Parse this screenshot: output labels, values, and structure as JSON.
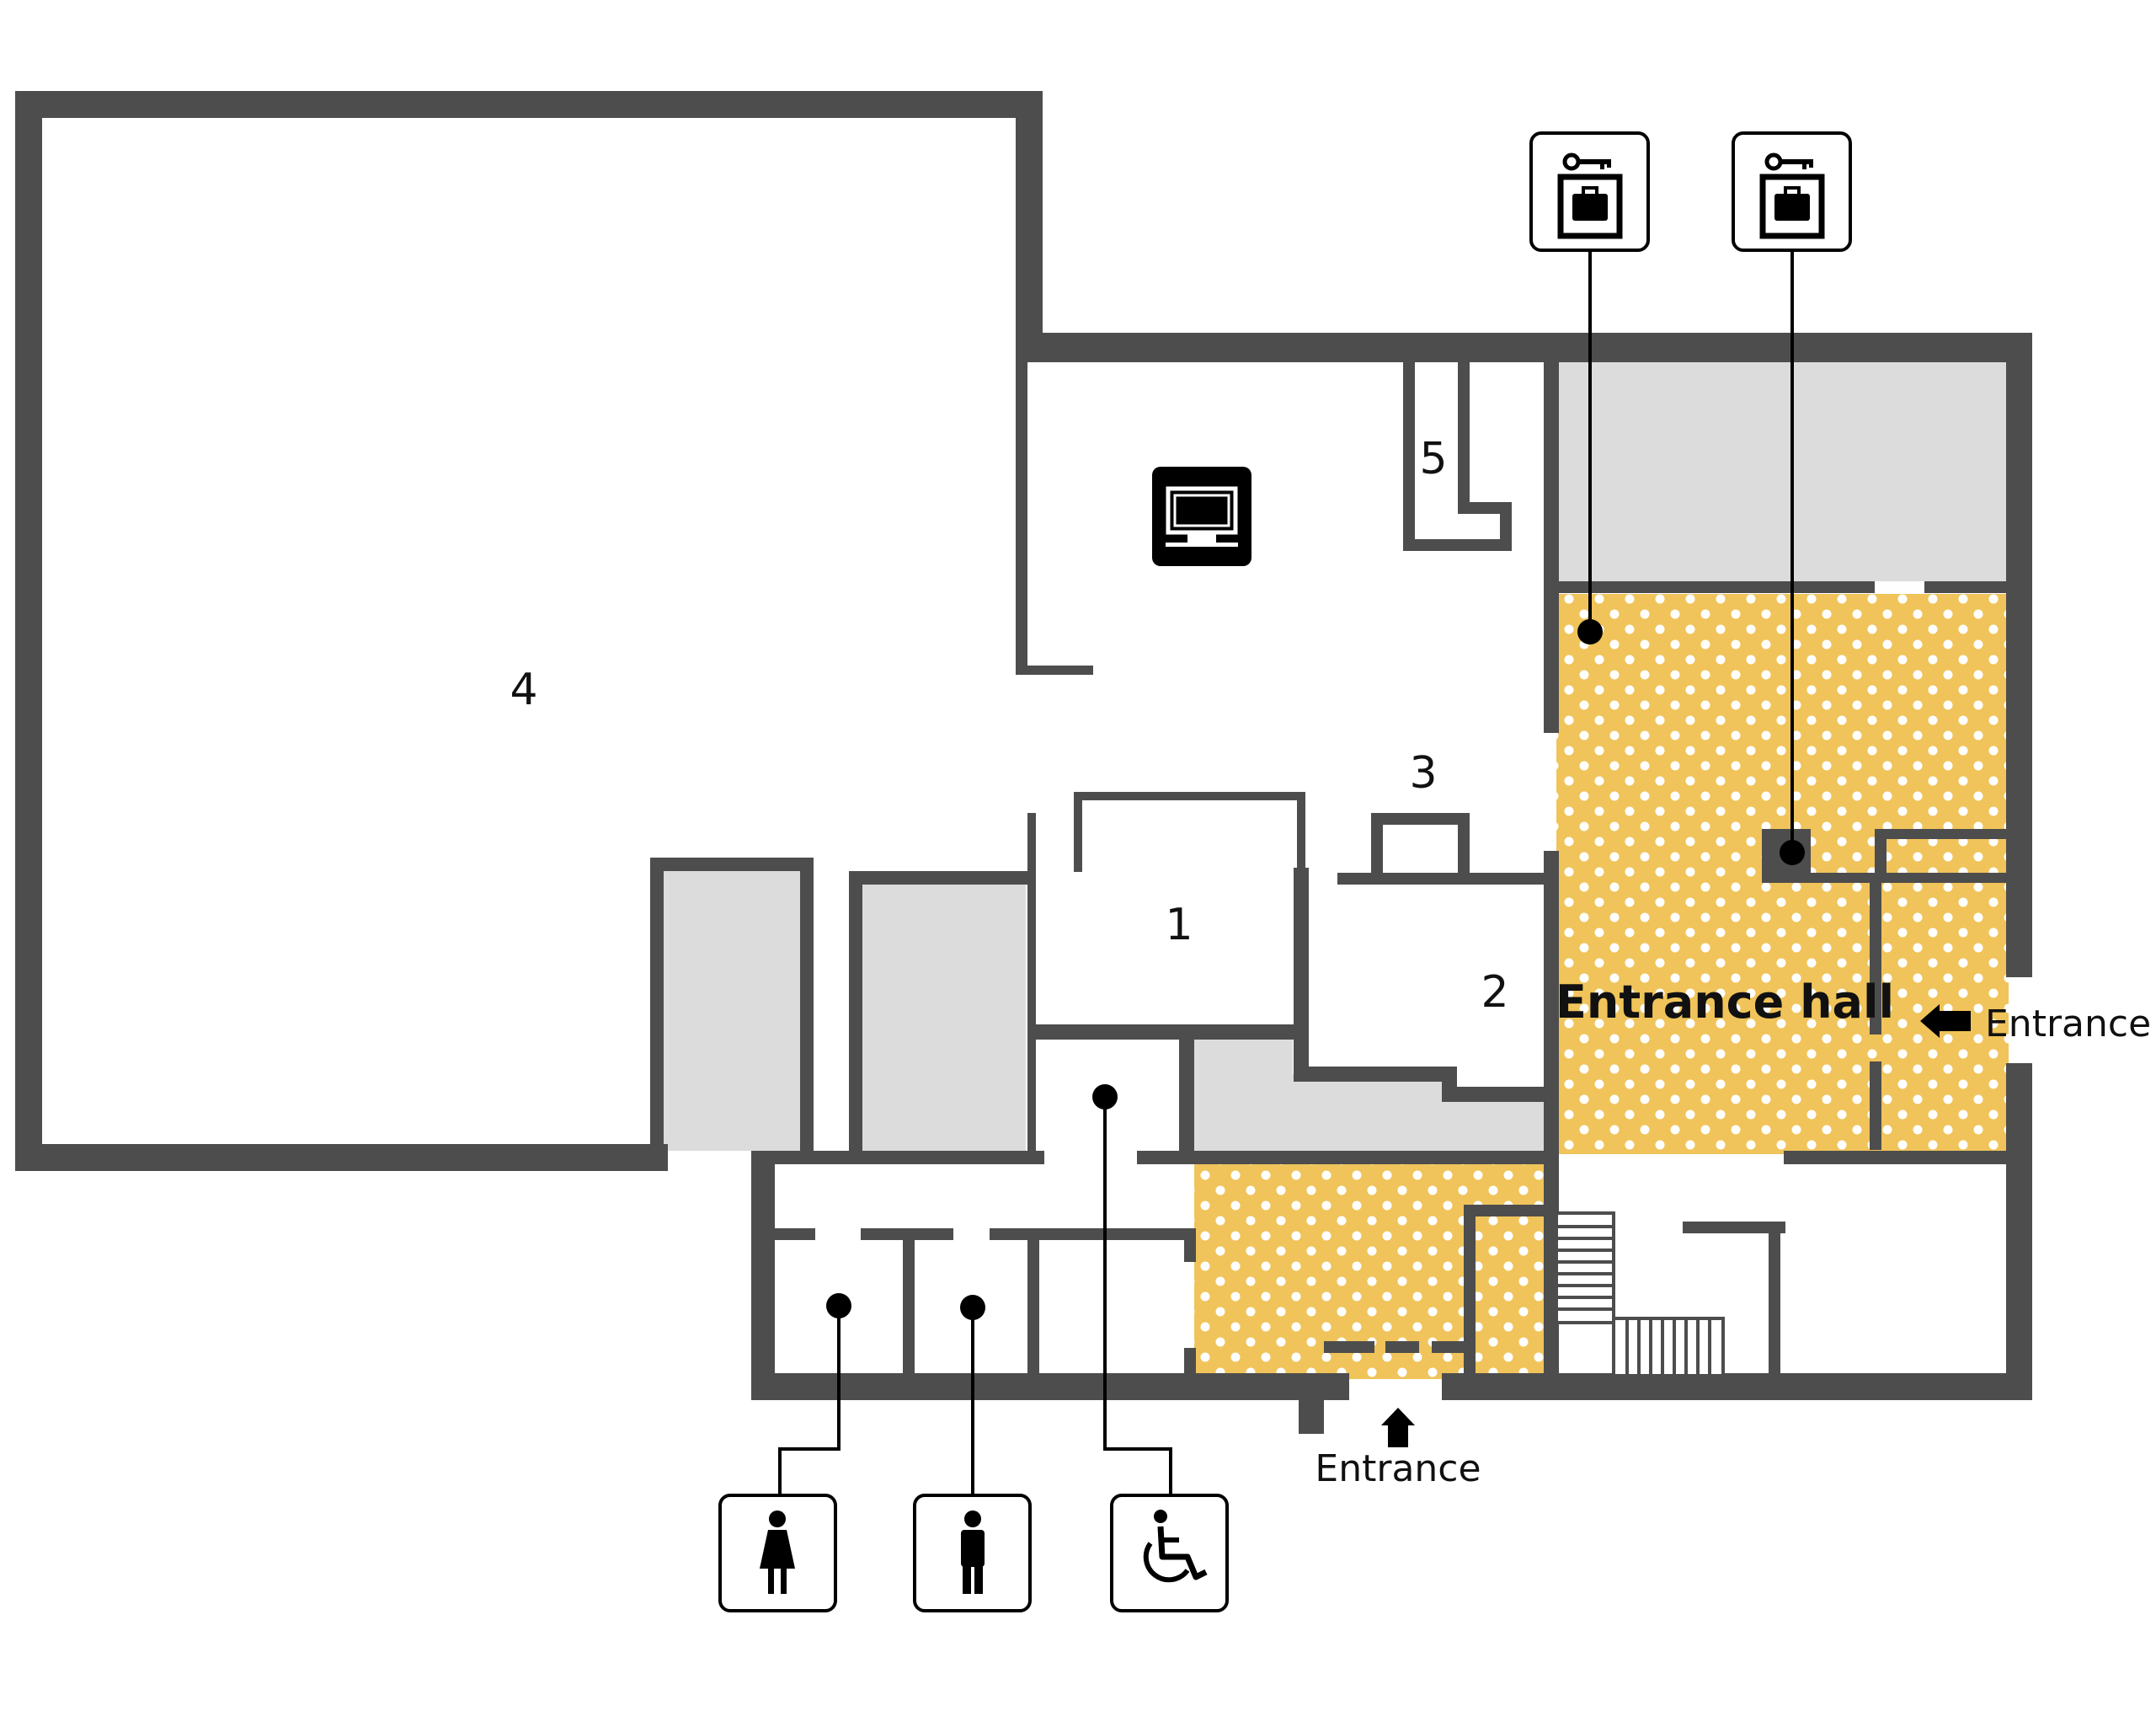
{
  "colors": {
    "wall": "#4d4d4d",
    "inaccessible": "#dcdcdc",
    "highlight": "#f0c45a",
    "dot": "#ffffff"
  },
  "rooms": {
    "r1": "1",
    "r2": "2",
    "r3": "3",
    "r4": "4",
    "r5": "5"
  },
  "hall": {
    "label": "Entrance hall"
  },
  "entrances": {
    "east": "Entrance",
    "south": "Entrance"
  },
  "icons": [
    "locker-icon",
    "locker-icon",
    "monitor-icon",
    "womens-toilet-icon",
    "mens-toilet-icon",
    "accessible-toilet-icon",
    "entrance-arrow-icon"
  ]
}
